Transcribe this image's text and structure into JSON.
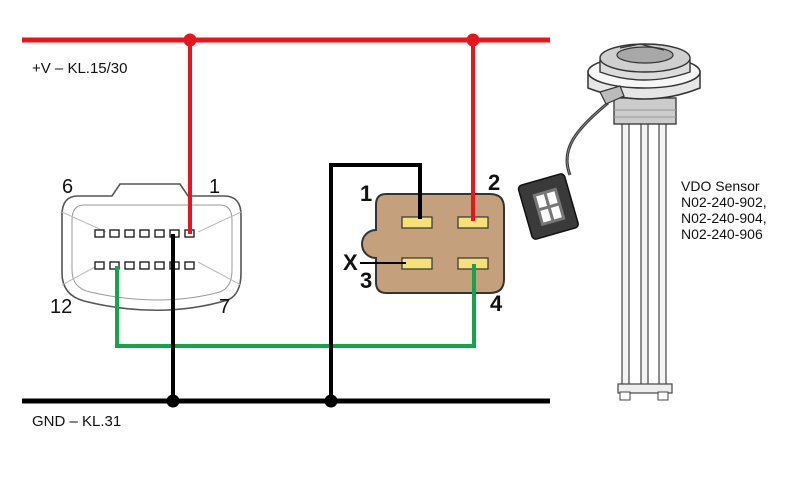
{
  "rails": {
    "supply_label": "+V – KL.15/30",
    "ground_label": "GND – KL.31"
  },
  "left_connector": {
    "pin_labels": [
      "6",
      "1",
      "12",
      "7"
    ]
  },
  "center_connector": {
    "pin_labels": [
      "1",
      "2",
      "3",
      "4"
    ],
    "mark": "X"
  },
  "sensor": {
    "lines": [
      "VDO Sensor",
      "N02-240-902,",
      "N02-240-904,",
      "N02-240-906"
    ]
  },
  "colors": {
    "supply": "#e8161c",
    "ground": "#000000",
    "signal": "#14a44d",
    "connector_fill": "#c4a07c",
    "pin_fill": "#f5e07a"
  }
}
